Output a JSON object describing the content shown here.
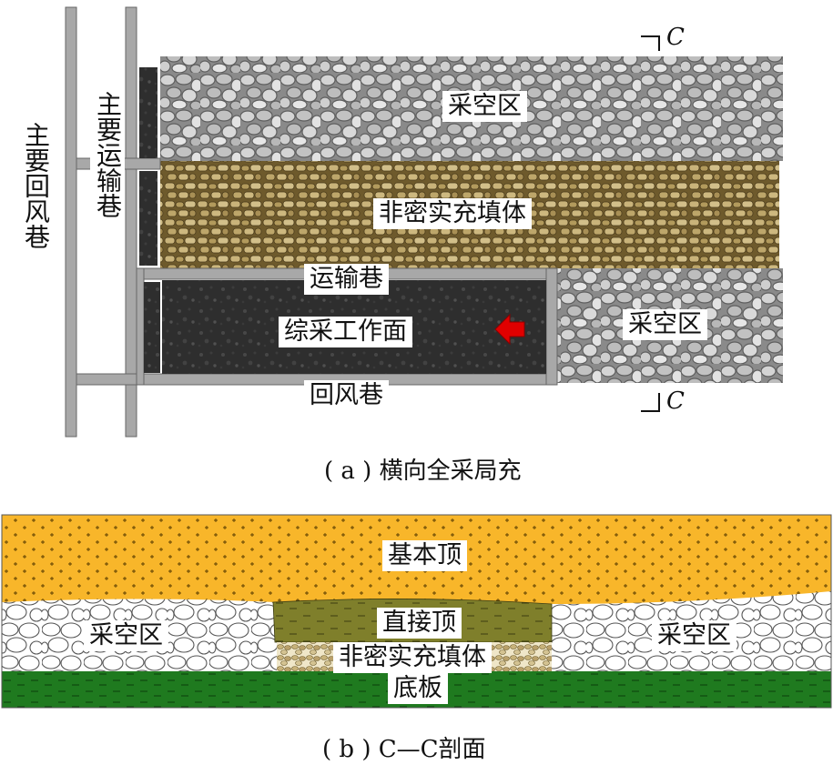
{
  "panel_a": {
    "caption": "( a ) 横向全采局充",
    "labels": {
      "main_return_roadway": "主要回风巷",
      "main_haulage_roadway": "主要运输巷",
      "goaf_top": "采空区",
      "backfill": "非密实充填体",
      "haulage_roadway": "运输巷",
      "working_face": "综采工作面",
      "goaf_right": "采空区",
      "return_roadway": "回风巷"
    },
    "section_mark_top": "C",
    "section_mark_bottom": "C",
    "arrow_color": "#e00000"
  },
  "panel_b": {
    "caption": "( b ) C—C剖面",
    "labels": {
      "main_roof": "基本顶",
      "goaf_left": "采空区",
      "immediate_roof": "直接顶",
      "backfill": "非密实充填体",
      "goaf_right": "采空区",
      "floor": "底板"
    }
  },
  "colors": {
    "main_roof": "#f8b62a",
    "immediate_roof": "#7f7f2b",
    "floor": "#1f7a1f",
    "roadway": "#a8a8a8",
    "working_face": "#2b2b2b"
  }
}
